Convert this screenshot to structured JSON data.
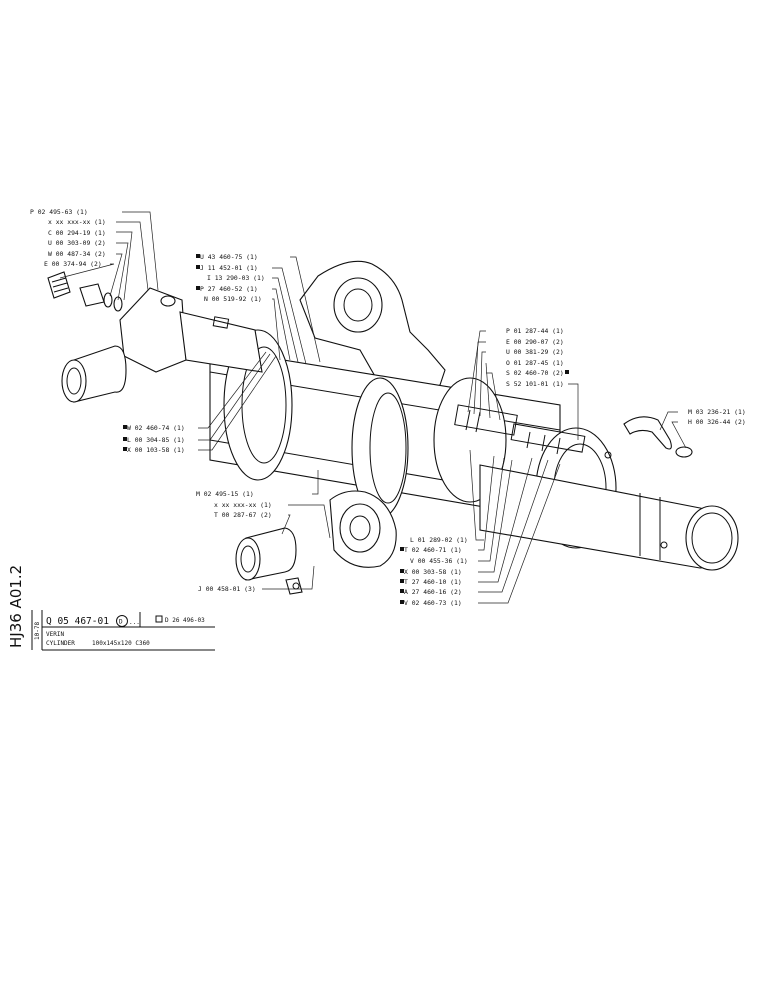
{
  "title_block": {
    "sheet_code": "HJ36 A01.2",
    "date": "10-78",
    "part_number": "Q 05 467-01",
    "variant": "D",
    "variant_suffix": "...",
    "reference": "D 26 496-03",
    "name_fr": "VERIN",
    "name_en": "CYLINDER",
    "spec": "100x145x120 C360"
  },
  "callouts": {
    "left_top": [
      "P 02 495-63 (1)",
      "x xx xxx-xx (1)",
      "C 00 294-19 (1)",
      "U 00 303-09 (2)",
      "W 00 487-34 (2)",
      "E 00 374-94 (2)"
    ],
    "center_top": [
      "U 43 460-75 (1)",
      "J 11 452-01 (1)",
      "I 13 290-03 (1)",
      "P 27 460-52 (1)",
      "N 00 519-92 (1)"
    ],
    "left_mid": [
      "W 02 460-74 (1)",
      "L 00 304-85 (1)",
      "X 00 103-58 (1)"
    ],
    "right_top": [
      "P 01 287-44 (1)",
      "E 00 290-07 (2)",
      "U 00 381-29 (2)",
      "O 01 287-45 (1)",
      "S 02 460-70 (2)",
      "S 52 101-01 (1)"
    ],
    "far_right": [
      "M 03 236-21 (1)",
      "H 00 326-44 (2)"
    ],
    "center_low": [
      "M 02 495-15 (1)",
      "x xx xxx-xx (1)",
      "T 00 287-67 (2)"
    ],
    "right_low": [
      "L 01 289-02 (1)",
      "T 02 460-71 (1)",
      "V 00 455-36 (1)",
      "X 00 303-58 (1)",
      "T 27 460-10 (1)",
      "A 27 460-16 (2)",
      "V 02 460-73 (1)"
    ],
    "bottom": [
      "J 00 458-01 (3)"
    ]
  }
}
